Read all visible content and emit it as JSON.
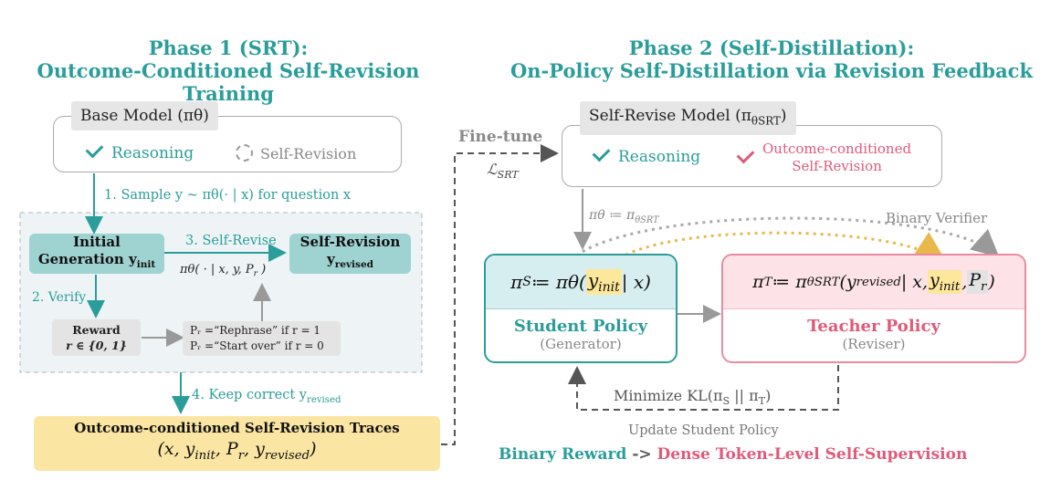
{
  "phase1": {
    "title_line1": "Phase 1 (SRT):",
    "title_line2": "Outcome-Conditioned Self-Revision Training",
    "base_model": "Base Model (πθ)",
    "reasoning": "Reasoning",
    "self_revision": "Self-Revision",
    "step1": "1. Sample y ~ πθ(· | x) for question x",
    "initial_gen_line1": "Initial",
    "initial_gen_line2": "Generation y",
    "initial_gen_sub": "init",
    "step3": "3. Self-Revise",
    "self_rev_line1": "Self-Revision",
    "self_rev_line2": "y",
    "self_rev_sub": "revised",
    "policy_formula": "πθ( · | x, y, P",
    "policy_formula_sub": "r",
    "policy_formula_end": " )",
    "step2": "2. Verify",
    "reward_line1": "Reward",
    "reward_line2": "r ∈ {0, 1}",
    "pr_line1": "Pᵣ =“Rephrase” if r = 1",
    "pr_line2": "Pᵣ =“Start over” if r = 0",
    "step4": "4. Keep correct y",
    "step4_sub": "revised",
    "traces_title": "Outcome-conditioned Self-Revision Traces",
    "traces_formula": "(x, y",
    "traces_sub1": "init",
    "traces_mid": ", P",
    "traces_sub2": "r",
    "traces_mid2": ", y",
    "traces_sub3": "revised",
    "traces_end": ")"
  },
  "phase2": {
    "title_line1": "Phase 2 (Self-Distillation):",
    "title_line2": "On-Policy Self-Distillation via Revision Feedback",
    "finetune": "Fine-tune",
    "loss": "ℒ",
    "loss_sub": "SRT",
    "self_revise_model": "Self-Revise Model (π",
    "self_revise_model_sub": "θSRT",
    "self_revise_model_end": ")",
    "reasoning": "Reasoning",
    "oc_line1": "Outcome-conditioned",
    "oc_line2": "Self-Revision",
    "assign": "πθ ≔ π",
    "assign_sub": "θSRT",
    "binary_verifier": "Binary Verifier",
    "student_formula_a": "π",
    "student_formula_sub": "S",
    "student_formula_b": " ≔ πθ(",
    "student_formula_y": "y",
    "student_formula_ysub": "init",
    "student_formula_c": "| x)",
    "student_label": "Student Policy",
    "student_role": "(Generator)",
    "teacher_formula_a": "π",
    "teacher_formula_sub": "T",
    "teacher_formula_b": " ≔ π",
    "teacher_formula_sub2": "θSRT",
    "teacher_formula_c": "(y",
    "teacher_formula_csub": "revised",
    "teacher_formula_d": " | x, ",
    "teacher_formula_y": "y",
    "teacher_formula_ysub": "init",
    "teacher_formula_e": ", ",
    "teacher_formula_p": "P",
    "teacher_formula_psub": "r",
    "teacher_formula_f": ")",
    "teacher_label": "Teacher Policy",
    "teacher_role": "(Reviser)",
    "minimize": "Minimize KL(π",
    "minimize_sub1": "S",
    "minimize_mid": " || π",
    "minimize_sub2": "T",
    "minimize_end": ")",
    "update": "Update Student Policy",
    "bottom_a": "Binary Reward",
    "bottom_b": " -> ",
    "bottom_c": "Dense Token-Level Self-Supervision"
  },
  "colors": {
    "teal": "#2a9d9b",
    "pink": "#e05a7a",
    "yellow": "#fde79a",
    "grey": "#999999"
  }
}
